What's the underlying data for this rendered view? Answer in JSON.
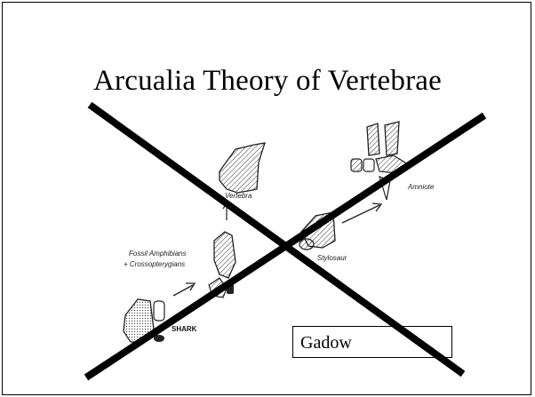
{
  "slide": {
    "title": "Arcualia Theory of Vertebrae",
    "caption": "Gadow"
  },
  "figure": {
    "labels": {
      "vertebra": "Vertebra",
      "fossil": "Fossil Amphibians",
      "crossopterygians": "+ Crossopterygians",
      "stylosaur": "Stylosaur",
      "amniote": "Amniote",
      "shark": "SHARK"
    }
  },
  "overlay": {
    "type": "cross-out",
    "color": "#000000"
  }
}
